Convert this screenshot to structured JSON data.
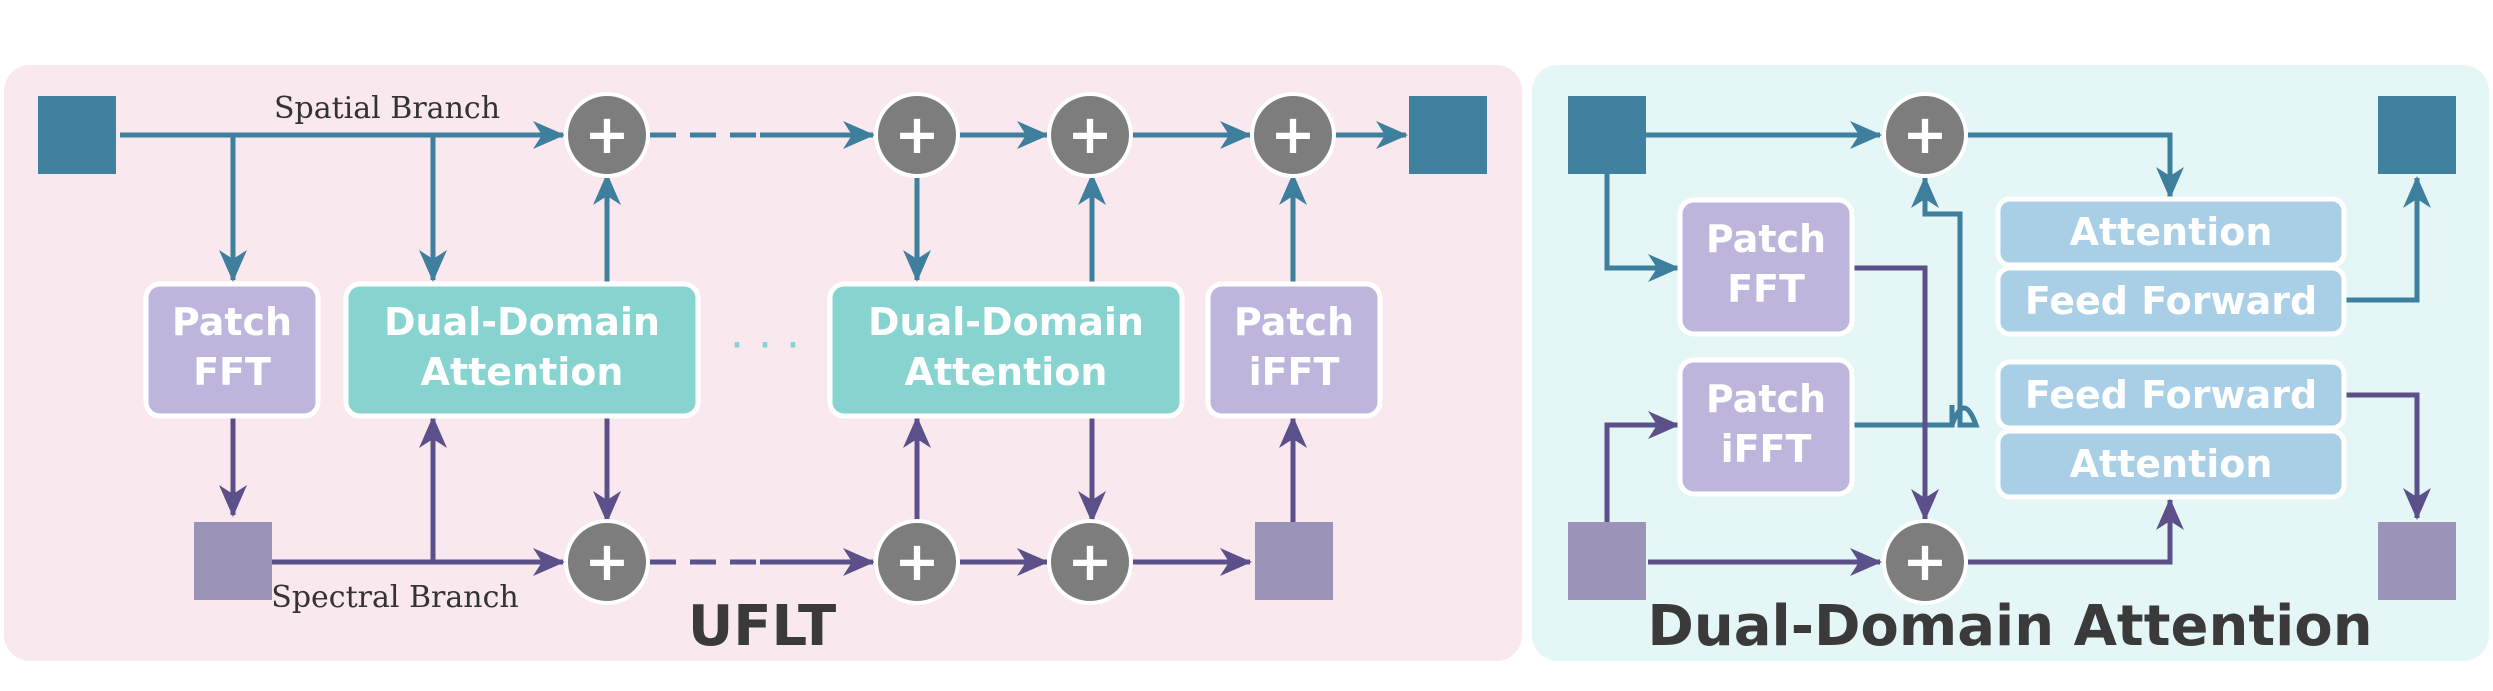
{
  "uflt": {
    "title": "UFLT",
    "spatial_label": "Spatial Branch",
    "spectral_label": "Spectral Branch",
    "patch_fft": [
      "Patch",
      "FFT"
    ],
    "patch_ifft": [
      "Patch",
      "iFFT"
    ],
    "dda1": [
      "Dual-Domain",
      "Attention"
    ],
    "dda2": [
      "Dual-Domain",
      "Attention"
    ],
    "ellipsis": "· · ·",
    "plus": "+"
  },
  "dda": {
    "title": "Dual-Domain Attention",
    "patch_fft": [
      "Patch",
      "FFT"
    ],
    "patch_ifft": [
      "Patch",
      "iFFT"
    ],
    "attention_top": "Attention",
    "ff_top": "Feed Forward",
    "ff_bottom": "Feed Forward",
    "attention_bottom": "Attention",
    "plus": "+"
  },
  "colors": {
    "spatial": "#3d7f9c",
    "spectral": "#5b5089",
    "spatial_square": "#3f819f",
    "spectral_square": "#9c93b8",
    "patch_block": "#bdb5dc",
    "dda_block": "#86d3cf",
    "attn_block": "#a8cfe6",
    "adder": "#7d7d7d",
    "uflt_bg": "#f9e8ed",
    "dda_bg": "#e4f6f6"
  }
}
